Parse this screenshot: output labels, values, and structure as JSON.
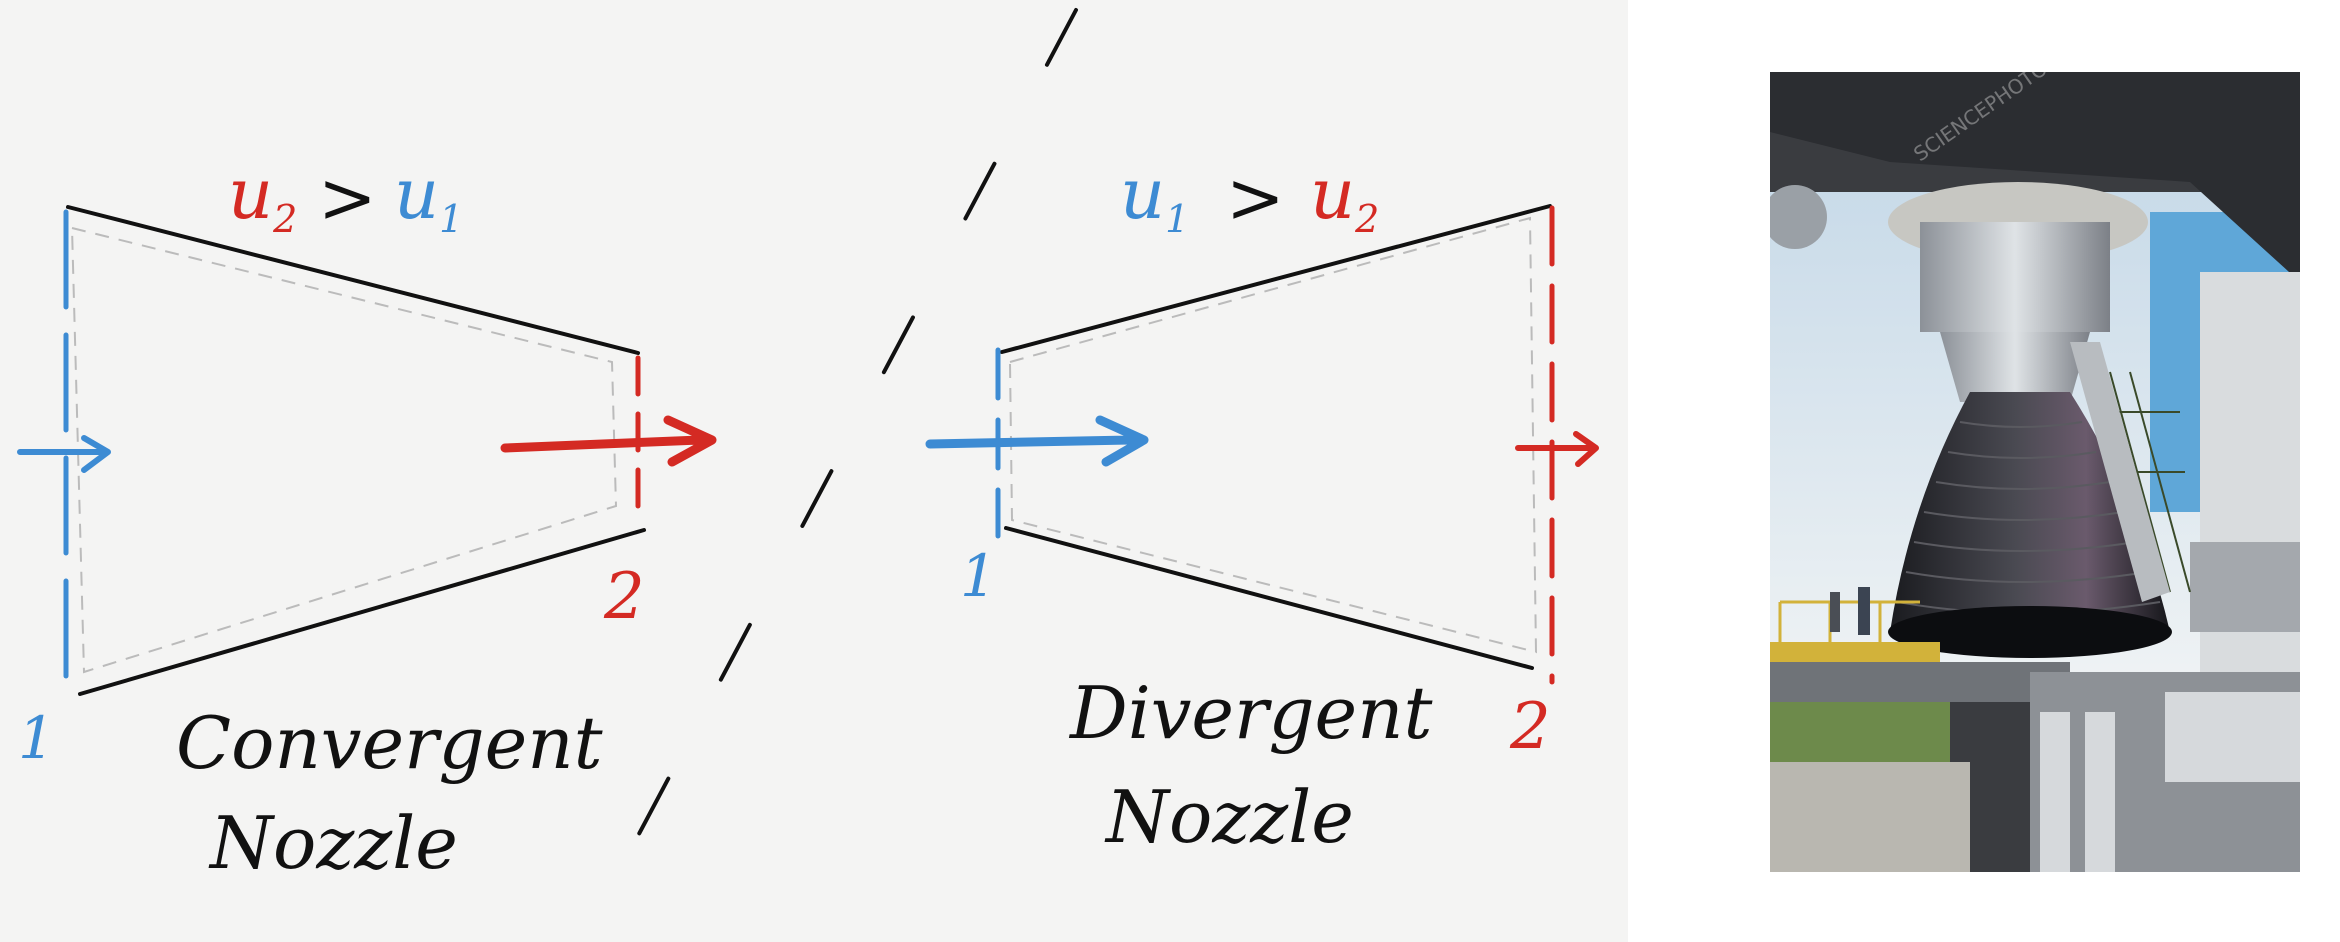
{
  "colors": {
    "inlet": "#3d8bd3",
    "outlet": "#d42a23",
    "ink": "#111111",
    "paper": "#f4f4f3"
  },
  "convergent": {
    "relation": {
      "left": "u",
      "left_sub": "2",
      "op": ">",
      "right": "u",
      "right_sub": "1"
    },
    "inlet_label": "1",
    "outlet_label": "2",
    "caption_line1": "Convergent",
    "caption_line2": "Nozzle"
  },
  "divergent": {
    "relation": {
      "left": "u",
      "left_sub": "1",
      "op": ">",
      "right": "u",
      "right_sub": "2"
    },
    "inlet_label": "1",
    "outlet_label": "2",
    "caption_line1": "Divergent",
    "caption_line2": "Nozzle"
  },
  "photo": {
    "subject": "rocket engine nozzle on launch pad",
    "watermark": "SCIENCEPHOTOLIBRARY"
  }
}
